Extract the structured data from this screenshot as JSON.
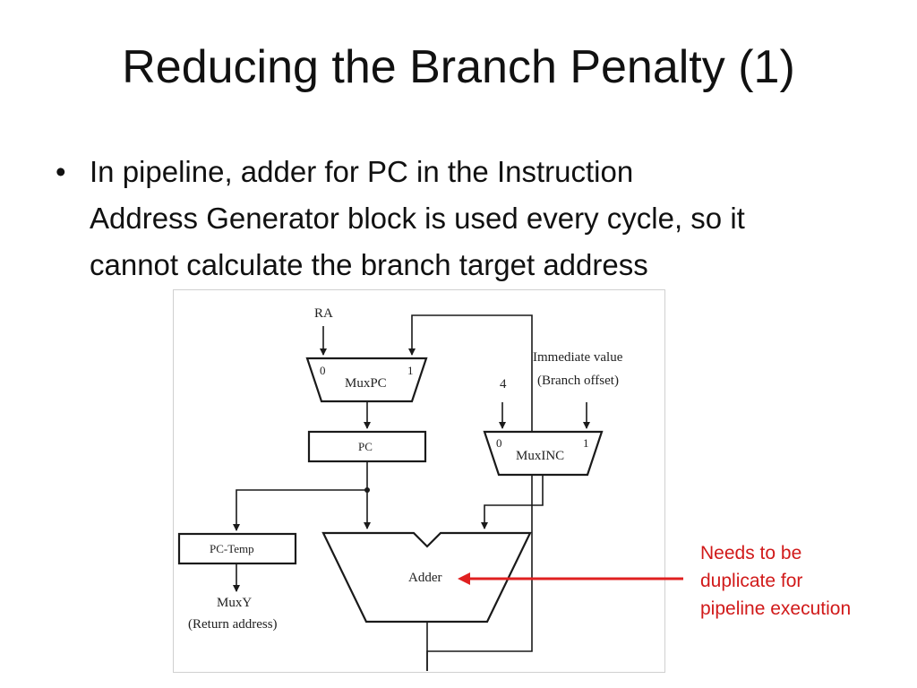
{
  "slide": {
    "title": "Reducing the Branch Penalty (1)",
    "bullet_symbol": "•",
    "bullet_lines": [
      "In pipeline, adder for PC in the Instruction",
      "Address Generator block is used every cycle, so it",
      "cannot calculate the branch target address"
    ]
  },
  "diagram": {
    "ra_label": "RA",
    "muxpc_label": "MuxPC",
    "muxpc_in0": "0",
    "muxpc_in1": "1",
    "pc_label": "PC",
    "immediate_label_1": "Immediate value",
    "immediate_label_2": "(Branch offset)",
    "four_label": "4",
    "muxinc_label": "MuxINC",
    "muxinc_in0": "0",
    "muxinc_in1": "1",
    "pctemp_label": "PC-Temp",
    "muxy_label": "MuxY",
    "return_label": "(Return address)",
    "adder_label": "Adder"
  },
  "annotation": {
    "lines": [
      "Needs to be",
      "duplicate for",
      "pipeline execution"
    ],
    "color": "#d11a1a"
  },
  "colors": {
    "text": "#111111",
    "diagram_line": "#1a1a1a",
    "arrow_red": "#e02020"
  }
}
